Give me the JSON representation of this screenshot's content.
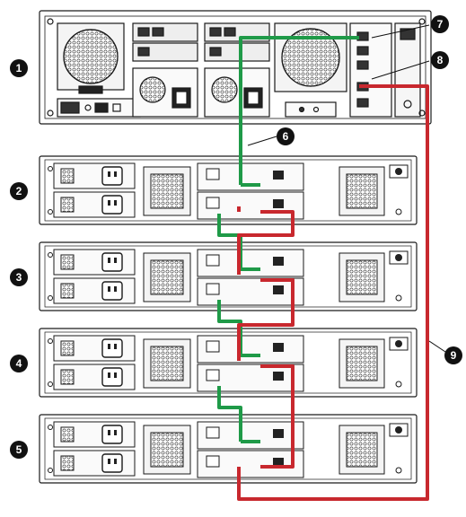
{
  "diagram": {
    "colors": {
      "green_cable": "#1f9a48",
      "red_cable": "#c8282e",
      "chassis_stroke": "#1a1a1a",
      "chassis_fill": "#ffffff",
      "callout_fill": "#111111"
    },
    "callouts": [
      {
        "id": "1",
        "label": "1"
      },
      {
        "id": "2",
        "label": "2"
      },
      {
        "id": "3",
        "label": "3"
      },
      {
        "id": "4",
        "label": "4"
      },
      {
        "id": "5",
        "label": "5"
      },
      {
        "id": "6",
        "label": "6"
      },
      {
        "id": "7",
        "label": "7"
      },
      {
        "id": "8",
        "label": "8"
      },
      {
        "id": "9",
        "label": "9"
      }
    ],
    "enclosures": [
      {
        "id": "enclosure-2",
        "callout": "2"
      },
      {
        "id": "enclosure-3",
        "callout": "3"
      },
      {
        "id": "enclosure-4",
        "callout": "4"
      },
      {
        "id": "enclosure-5",
        "callout": "5"
      }
    ],
    "controller": {
      "callout": "1"
    }
  }
}
